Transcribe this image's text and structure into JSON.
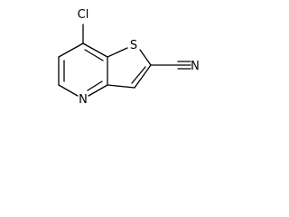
{
  "molecule": {
    "atoms": {
      "cl": "Cl",
      "s": "S",
      "n_ring": "N",
      "n_nitrile": "N"
    }
  }
}
